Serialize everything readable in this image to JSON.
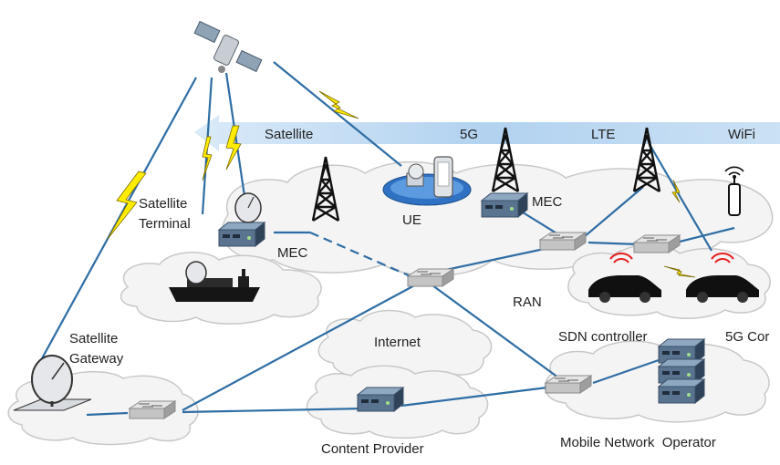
{
  "labels": {
    "satellite_band": "Satellite",
    "band_5g": "5G",
    "band_lte": "LTE",
    "band_wifi": "WiFi",
    "satellite_terminal_line1": "Satellite",
    "satellite_terminal_line2": "Terminal",
    "ue": "UE",
    "mec_left": "MEC",
    "mec_right": "MEC",
    "ran": "RAN",
    "internet": "Internet",
    "sdn_controller": "SDN controller",
    "core_cut": "5G Cor",
    "satellite_gateway_line1": "Satellite",
    "satellite_gateway_line2": "Gateway",
    "content_provider": "Content Provider",
    "mobile_operator": "Mobile Network  Operator"
  },
  "colors": {
    "link": "#2e6da4",
    "band": "#a9cdee",
    "lightning": "#ffec00",
    "cloud": "#f4f4f4",
    "cloud_stroke": "#c8c8c8",
    "ue_ellipse": "#2f72c4"
  }
}
